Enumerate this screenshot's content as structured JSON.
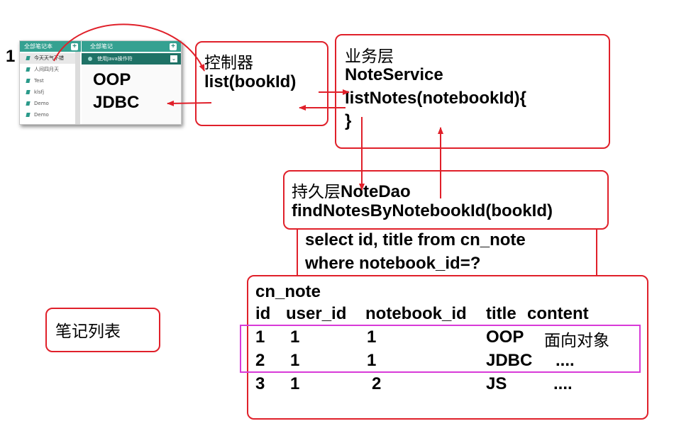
{
  "step_number": "1",
  "ui_screenshot": {
    "left_header": "全部笔记本",
    "left_plus": "+",
    "notebooks": [
      "今天天气不错",
      "人间四月天",
      "Test",
      "klsfj",
      "Demo",
      "Demo"
    ],
    "right_header": "全部笔记",
    "right_plus": "+",
    "note_item": "使用Java操作符",
    "note_chevron": "⌄"
  },
  "note_titles": [
    "OOP",
    "JDBC"
  ],
  "controller": {
    "title": "控制器",
    "method": "list(bookId)"
  },
  "service": {
    "title": "业务层",
    "class_name": "NoteService",
    "method": "listNotes(notebookId){",
    "closing": "}"
  },
  "dao": {
    "title_cn": "持久层",
    "title_en": "NoteDao",
    "method": "findNotesByNotebookId(bookId)"
  },
  "sql": {
    "line1": "select id, title from cn_note",
    "line2": "where notebook_id=?"
  },
  "table": {
    "name": "cn_note",
    "columns": [
      "id",
      "user_id",
      "notebook_id",
      "title",
      "content"
    ],
    "rows": [
      [
        "1",
        "1",
        "1",
        "OOP",
        "面向对象"
      ],
      [
        "2",
        "1",
        "1",
        "JDBC",
        "...."
      ],
      [
        "3",
        "1",
        "2",
        "JS",
        "...."
      ]
    ]
  },
  "note_list_label": "笔记列表",
  "colors": {
    "arrow": "#e0202a",
    "box_border": "#e0202a",
    "highlight": "#d83ad8",
    "accent": "#35a191"
  }
}
